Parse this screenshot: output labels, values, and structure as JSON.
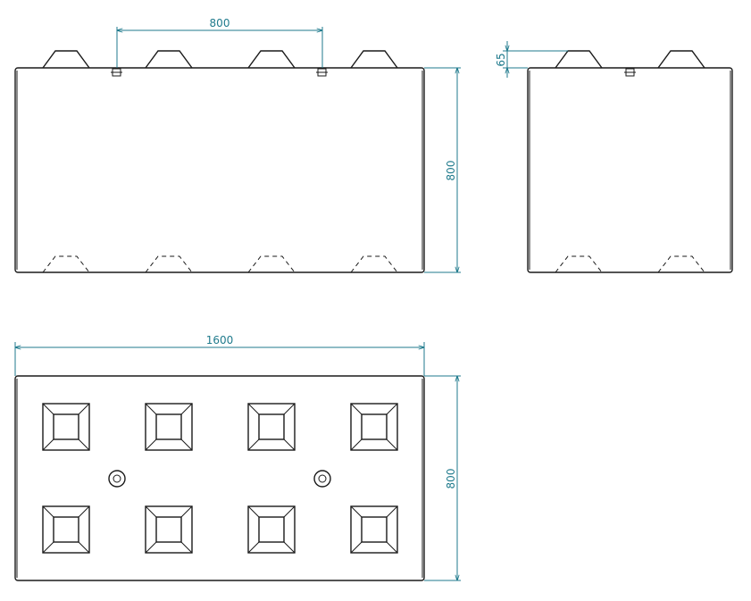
{
  "colors": {
    "dimension": "#1f7a8c",
    "outline": "#1a1a1a",
    "background": "#ffffff"
  },
  "dimensions": {
    "front_knob_spacing": "800",
    "front_height": "800",
    "side_knob_height": "65",
    "top_length": "1600",
    "top_width": "800"
  }
}
